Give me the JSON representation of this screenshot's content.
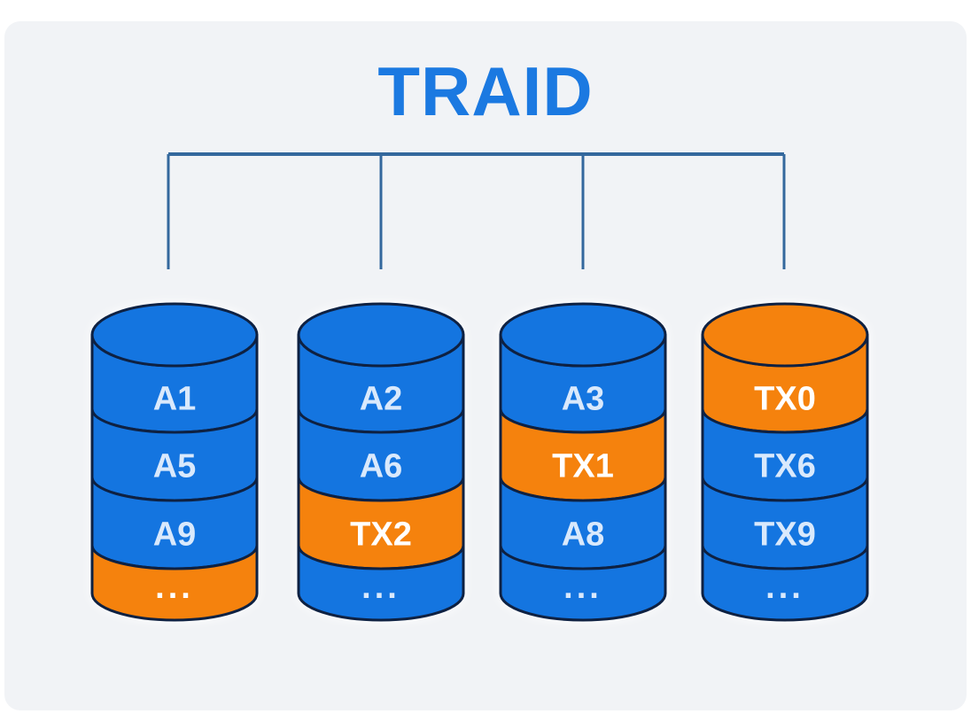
{
  "title": "TRAID",
  "colors": {
    "page_bg": "#ffffff",
    "panel_bg": "#f1f3f6",
    "title": "#1b79e1",
    "bracket_line": "#34689d",
    "disk_outline": "#0e2142",
    "blue_segment": "#1475e0",
    "orange_segment": "#f5820d",
    "text_on_blue": "#d9e9fc",
    "text_on_orange": "#ffffff"
  },
  "disks": [
    {
      "name": "disk-1",
      "segments": [
        {
          "label": "A1",
          "color": "blue"
        },
        {
          "label": "A5",
          "color": "blue"
        },
        {
          "label": "A9",
          "color": "blue"
        },
        {
          "label": "...",
          "color": "orange"
        }
      ]
    },
    {
      "name": "disk-2",
      "segments": [
        {
          "label": "A2",
          "color": "blue"
        },
        {
          "label": "A6",
          "color": "blue"
        },
        {
          "label": "TX2",
          "color": "orange"
        },
        {
          "label": "...",
          "color": "blue"
        }
      ]
    },
    {
      "name": "disk-3",
      "segments": [
        {
          "label": "A3",
          "color": "blue"
        },
        {
          "label": "TX1",
          "color": "orange"
        },
        {
          "label": "A8",
          "color": "blue"
        },
        {
          "label": "...",
          "color": "blue"
        }
      ]
    },
    {
      "name": "disk-4",
      "segments": [
        {
          "label": "TX0",
          "color": "orange"
        },
        {
          "label": "TX6",
          "color": "blue"
        },
        {
          "label": "TX9",
          "color": "blue"
        },
        {
          "label": "...",
          "color": "blue"
        }
      ]
    }
  ]
}
